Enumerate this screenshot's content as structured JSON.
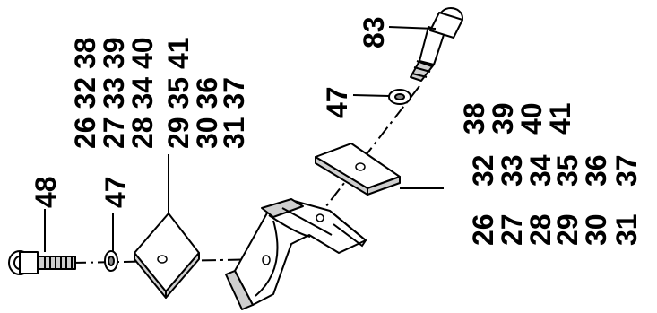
{
  "callouts": {
    "bolt_top": "83",
    "washer_top": "47",
    "bolt_left": "48",
    "washer_left": "47",
    "plate_left": {
      "col1": "26 32 38",
      "col2": "27 33 39",
      "col3": "28 34 40",
      "col4": "29 35 41",
      "col5": "30 36",
      "col6": "31 37"
    },
    "plate_right": {
      "col1": "38",
      "col2": "39",
      "col3": "40",
      "col4": "41",
      "col5": "32",
      "col6": "33",
      "col7": "34",
      "col8": "35",
      "col9": "36",
      "col10": "37",
      "col11": "26",
      "col12": "27",
      "col13": "28",
      "col14": "29",
      "col15": "30",
      "col16": "31"
    }
  }
}
